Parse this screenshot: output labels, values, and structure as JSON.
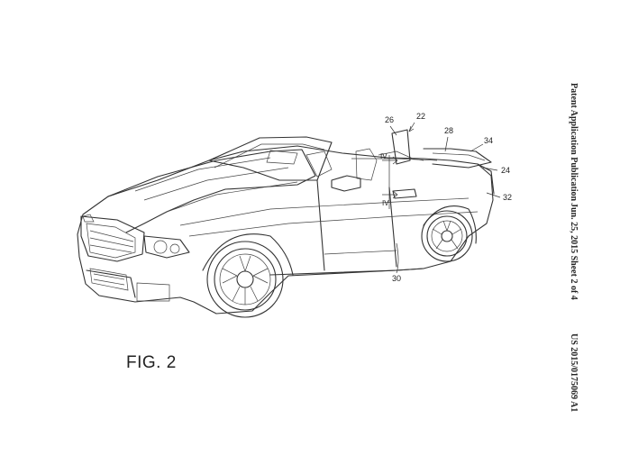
{
  "header": {
    "publication": "Patent Application Publication",
    "date_sheet": "Jun. 25, 2015  Sheet 2 of 4",
    "number": "US 2015/0175069 A1"
  },
  "figure": {
    "label": "FIG. 2",
    "reference_numerals": [
      "22",
      "24",
      "26",
      "28",
      "30",
      "32",
      "34"
    ],
    "section_marks": [
      "IV",
      "IV"
    ]
  }
}
